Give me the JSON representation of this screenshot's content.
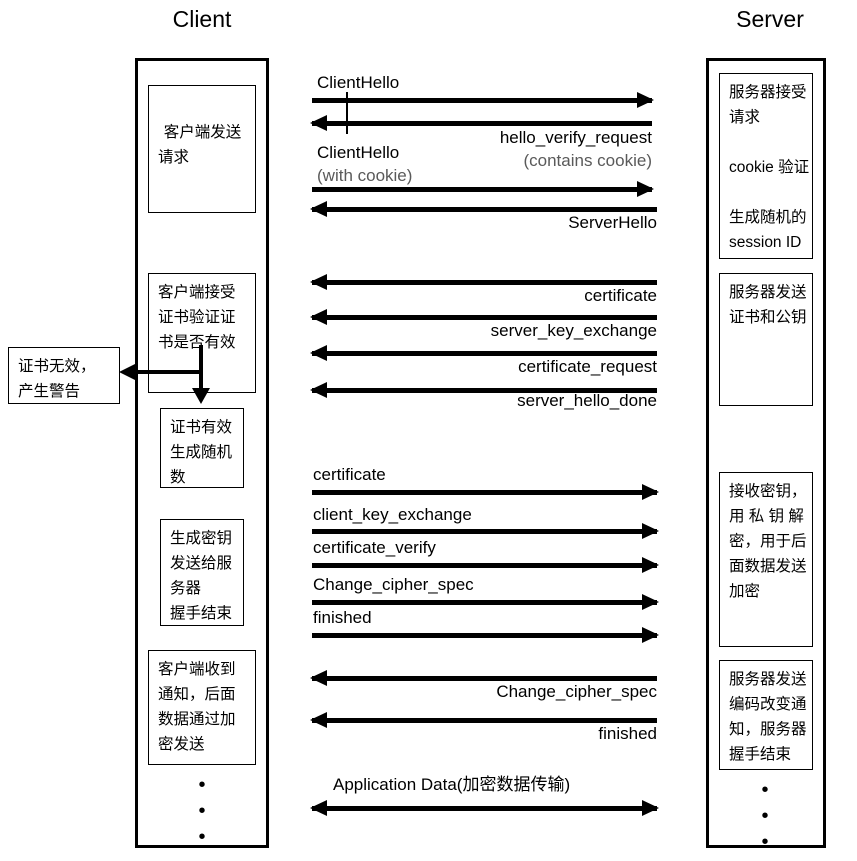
{
  "diagram": {
    "title_client": "Client",
    "title_server": "Server",
    "dots_glyph": "•"
  },
  "client": {
    "boxes": [
      {
        "id": "client-request",
        "lines": [
          "客户端发送",
          "请求"
        ]
      },
      {
        "id": "client-verify-cert",
        "lines": [
          "客户端接受",
          "证书验证证",
          "书是否有效"
        ]
      },
      {
        "id": "cert-valid-random",
        "lines": [
          "证书有效",
          "生成随机",
          "数"
        ]
      },
      {
        "id": "gen-key-send",
        "lines": [
          "生成密钥",
          "发送给服",
          "务器",
          "握手结束"
        ]
      },
      {
        "id": "client-notified",
        "lines": [
          "客户端收到",
          "通知，后面",
          "数据通过加",
          "密发送"
        ]
      }
    ],
    "alert_box": {
      "id": "cert-invalid-alert",
      "lines": [
        "证书无效，",
        "产生警告"
      ]
    }
  },
  "server": {
    "boxes": [
      {
        "id": "server-accept-request",
        "lines": [
          "服务器接受",
          "请求",
          "",
          "cookie 验证",
          "",
          "生成随机的",
          "session ID"
        ]
      },
      {
        "id": "server-send-cert",
        "lines": [
          "服务器发送",
          "证书和公钥"
        ]
      },
      {
        "id": "server-receive-key",
        "lines": [
          "接收密钥，",
          "用 私 钥 解",
          "密，用于后",
          "面数据发送",
          "加密"
        ]
      },
      {
        "id": "server-change-cipher",
        "lines": [
          "服务器发送",
          "编码改变通",
          "知，服务器",
          "握手结束"
        ]
      }
    ]
  },
  "messages": [
    {
      "id": "msg-client-hello-1",
      "label": "ClientHello",
      "sub": "",
      "dir": "right",
      "align": "left"
    },
    {
      "id": "msg-hello-verify-request",
      "label": "hello_verify_request",
      "sub": "(contains cookie)",
      "dir": "left",
      "align": "right"
    },
    {
      "id": "msg-client-hello-2",
      "label": "ClientHello",
      "sub": "(with cookie)",
      "dir": "right",
      "align": "left"
    },
    {
      "id": "msg-server-hello",
      "label": "ServerHello",
      "sub": "",
      "dir": "left",
      "align": "right"
    },
    {
      "id": "msg-certificate-s",
      "label": "certificate",
      "sub": "",
      "dir": "left",
      "align": "right"
    },
    {
      "id": "msg-server-key-exchange",
      "label": "server_key_exchange",
      "sub": "",
      "dir": "left",
      "align": "right"
    },
    {
      "id": "msg-certificate-request",
      "label": "certificate_request",
      "sub": "",
      "dir": "left",
      "align": "right"
    },
    {
      "id": "msg-server-hello-done",
      "label": "server_hello_done",
      "sub": "",
      "dir": "left",
      "align": "right"
    },
    {
      "id": "msg-certificate-c",
      "label": "certificate",
      "sub": "",
      "dir": "right",
      "align": "left"
    },
    {
      "id": "msg-client-key-exchange",
      "label": "client_key_exchange",
      "sub": "",
      "dir": "right",
      "align": "left"
    },
    {
      "id": "msg-certificate-verify",
      "label": "certificate_verify",
      "sub": "",
      "dir": "right",
      "align": "left"
    },
    {
      "id": "msg-change-cipher-c",
      "label": "Change_cipher_spec",
      "sub": "",
      "dir": "right",
      "align": "left"
    },
    {
      "id": "msg-finished-c",
      "label": "finished",
      "sub": "",
      "dir": "right",
      "align": "left"
    },
    {
      "id": "msg-change-cipher-s",
      "label": "Change_cipher_spec",
      "sub": "",
      "dir": "left",
      "align": "right"
    },
    {
      "id": "msg-finished-s",
      "label": "finished",
      "sub": "",
      "dir": "left",
      "align": "right"
    },
    {
      "id": "msg-application-data",
      "label": "Application Data(加密数据传输)",
      "sub": "",
      "dir": "both",
      "align": "center"
    }
  ]
}
